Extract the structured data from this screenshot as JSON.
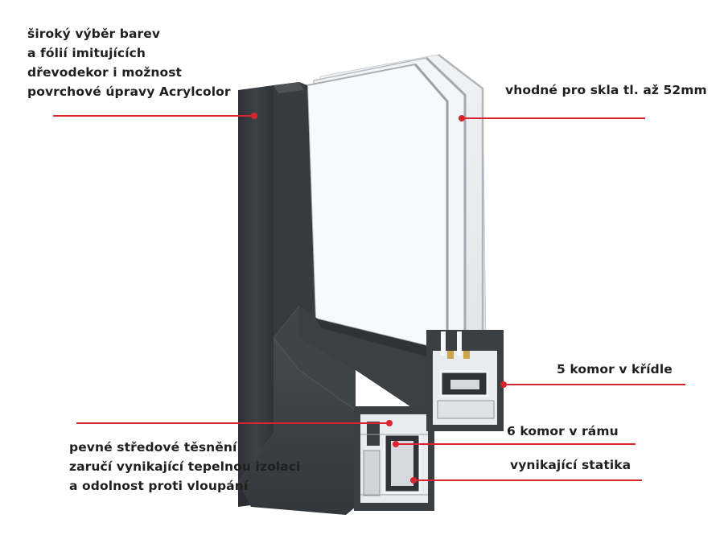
{
  "labels": {
    "colors": [
      "široký výběr barev",
      "a fólií imitujících",
      "dřevodekor i možnost",
      "povrchové úpravy Acrylcolor"
    ],
    "glass": "vhodné pro skla tl. až 52mm",
    "sash": "5 komor v křídle",
    "frame": "6 komor v rámu",
    "gasket": [
      "pevné středové těsnění",
      "zaručí vynikající tepelnou izolaci",
      "a odolnost proti vloupání"
    ],
    "statics": "vynikající statika"
  },
  "colors": {
    "profile": "#3a3f44",
    "profile_dark": "#2b2f33",
    "profile_light": "#4a5056",
    "pvc": "#e9ecef",
    "callout": "#d9232e",
    "text": "#1f1f1f"
  }
}
